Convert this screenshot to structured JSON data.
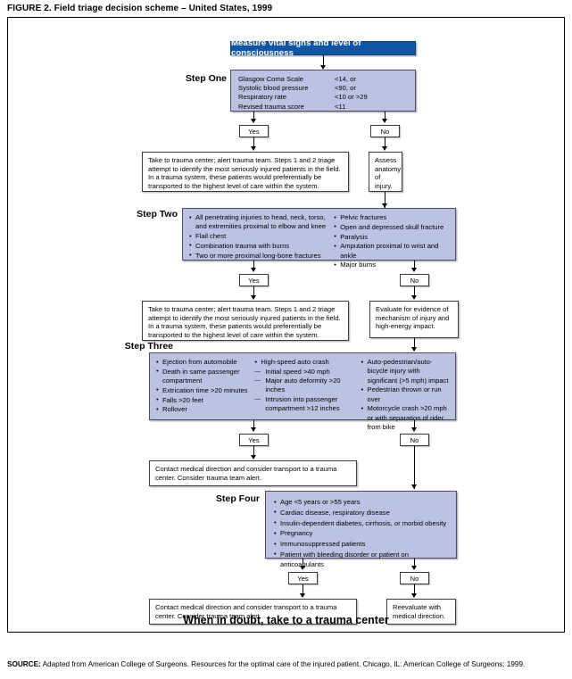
{
  "figure": {
    "title": "FIGURE 2. Field triage decision scheme – United States, 1999",
    "source_label": "SOURCE:",
    "source_text": " Adapted from American College of Surgeons. Resources for the optimal care of the injured patient. Chicago, IL: American College of Surgeons; 1999.",
    "bottom_banner": "When in doubt, take to a trauma center"
  },
  "colors": {
    "header_blue": "#1156a5",
    "criteria_lavender": "#bcc3e2",
    "border_dark": "#4c4c66",
    "text": "#000000"
  },
  "header": {
    "label": "Measure vital signs and level of consciousness"
  },
  "labels": {
    "yes": "Yes",
    "no": "No",
    "step_one": "Step One",
    "step_two": "Step Two",
    "step_three": "Step Three",
    "step_four": "Step Four"
  },
  "step_one": {
    "label": "Step One",
    "criteria": [
      {
        "name": "Glasgow Coma Scale",
        "value": "<14, or"
      },
      {
        "name": "Systolic blood pressure",
        "value": "<90, or"
      },
      {
        "name": "Respiratory rate",
        "value": "<10 or >29"
      },
      {
        "name": "Revised trauma score",
        "value": "<11"
      }
    ],
    "yes_label": "Yes",
    "no_label": "No",
    "yes_outcome": "Take to trauma center; alert trauma team. Steps 1 and 2 triage attempt to identify the most seriously injured patients in the field. In a trauma system, these patients would preferentially be transported to the highest level of care within the system.",
    "no_outcome": "Assess anatomy of injury."
  },
  "step_two": {
    "label": "Step Two",
    "column_left": [
      "All penetrating injuries to head, neck, torso, and extremities proximal to elbow and knee",
      "Flail chest",
      "Combination trauma with burns",
      "Two or more proximal long-bone fractures"
    ],
    "column_right": [
      "Pelvic fractures",
      "Open and depressed skull fracture",
      "Paralysis",
      "Amputation proximal to wrist and ankle",
      "Major burns"
    ],
    "yes_label": "Yes",
    "no_label": "No",
    "yes_outcome": "Take to trauma center; alert trauma team. Steps 1 and 2 triage attempt to identify the most seriously injured patients in the field. In a trauma system, these patients would preferentially be transported to the highest level of care within the system.",
    "no_outcome": "Evaluate for evidence of mechanism of injury and high-energy impact."
  },
  "step_three": {
    "label": "Step Three",
    "column_left": [
      "Ejection from automobile",
      "Death in same passenger compartment",
      "Extrication time >20 minutes",
      "Falls >20 feet",
      "Rollover"
    ],
    "column_middle_item": "High-speed auto crash",
    "column_middle_subitems": [
      "Initial speed >40 mph",
      "Major auto deformity >20 inches",
      "Intrusion into passenger compartment >12 inches"
    ],
    "column_right": [
      "Auto-pedestrian/auto-bicycle injury with significant (>5 mph) impact",
      "Pedestrian thrown or run over",
      "Motorcycle crash >20 mph or with separation of rider from bike"
    ],
    "yes_label": "Yes",
    "no_label": "No",
    "yes_outcome": "Contact medical direction and consider transport to a trauma center. Consider trauma team alert."
  },
  "step_four": {
    "label": "Step Four",
    "items": [
      "Age <5 years or >55 years",
      "Cardiac disease, respiratory disease",
      "Insulin-dependent diabetes, cirrhosis, or morbid obesity",
      "Pregnancy",
      "Immunosuppressed patients",
      "Patient with bleeding disorder or patient on anticoagulants"
    ],
    "yes_label": "Yes",
    "no_label": "No",
    "yes_outcome": "Contact medical direction and consider transport to a trauma center. Consider trauma team alert.",
    "no_outcome": "Reevaluate with medical direction."
  }
}
